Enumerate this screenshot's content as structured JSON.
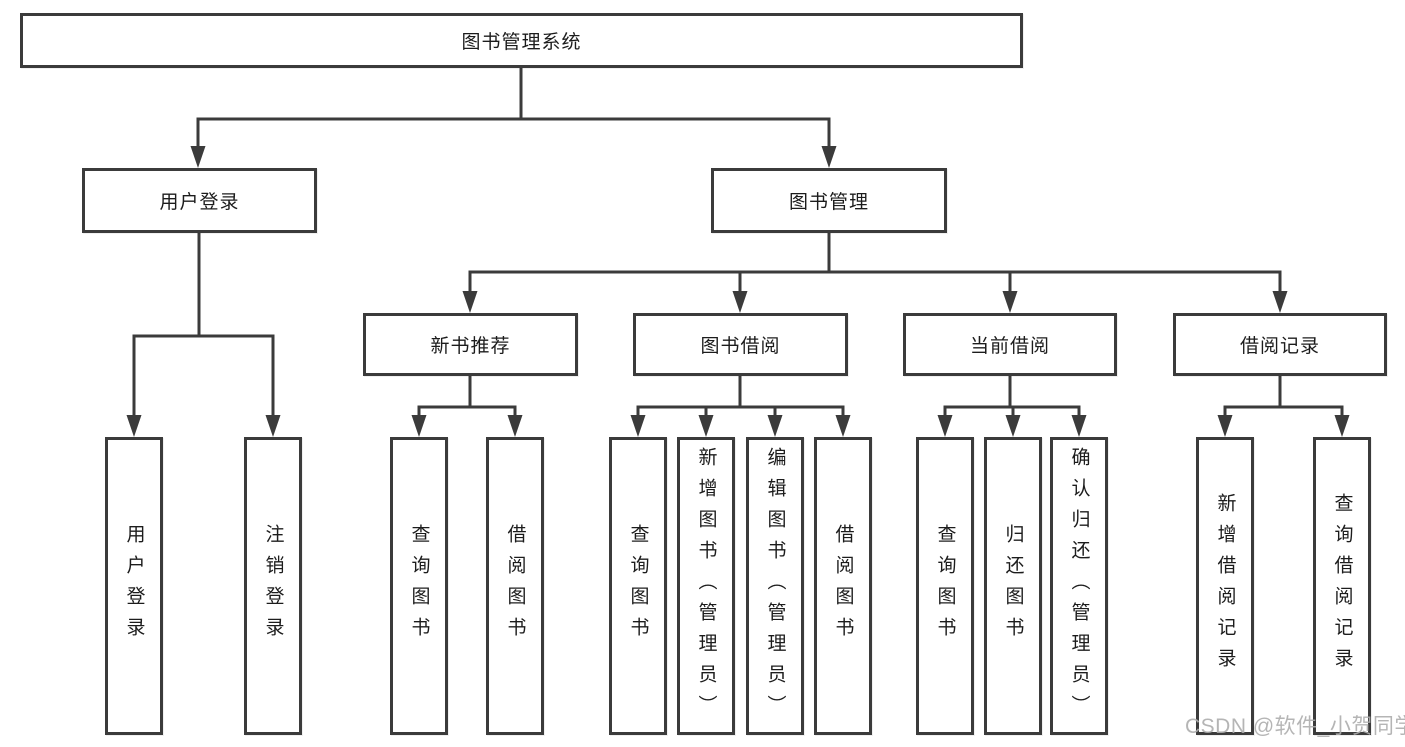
{
  "diagram": {
    "root": "图书管理系统",
    "groups": {
      "user_login": {
        "label": "用户登录",
        "children": [
          "用户登录",
          "注销登录"
        ]
      },
      "book_mgmt": {
        "label": "图书管理",
        "sections": {
          "new_books": {
            "label": "新书推荐",
            "children": [
              "查询图书",
              "借阅图书"
            ]
          },
          "borrowing": {
            "label": "图书借阅",
            "children": [
              "查询图书",
              "新增图书（管理员）",
              "编辑图书（管理员）",
              "借阅图书"
            ]
          },
          "current": {
            "label": "当前借阅",
            "children": [
              "查询图书",
              "归还图书",
              "确认归还（管理员）"
            ]
          },
          "records": {
            "label": "借阅记录",
            "children": [
              "新增借阅记录",
              "查询借阅记录"
            ]
          }
        }
      }
    },
    "colors": {
      "line": "#3b3b3b",
      "text": "#1c1c1c",
      "background": "#ffffff",
      "watermark": "#aeaeae"
    }
  },
  "watermark": {
    "text": "CSDN @软件_小贺同学"
  }
}
